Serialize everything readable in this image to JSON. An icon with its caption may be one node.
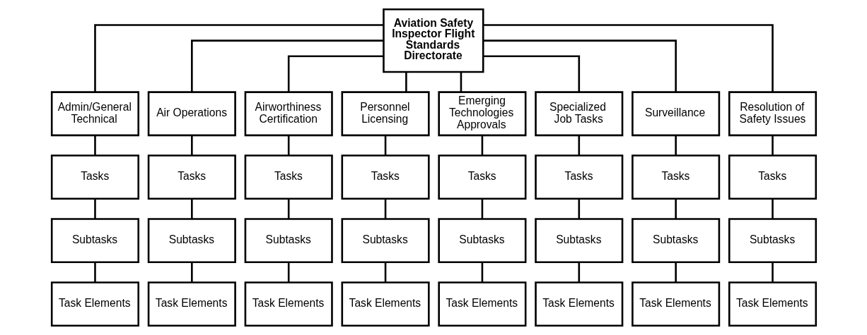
{
  "diagram": {
    "nodes": [
      {
        "text": [
          "Aviation Safety Inspector Flight Standards Directorate"
        ]
      },
      {
        "text": [
          "Admin/General Technical"
        ]
      },
      {
        "text": [
          "Air Operations"
        ]
      },
      {
        "text": [
          "Airworthiness Certification"
        ]
      },
      {
        "text": [
          "Personnel Licensing"
        ]
      },
      {
        "text": [
          "Emerging Technologies Approvals"
        ]
      },
      {
        "text": [
          "Specialized Job Tasks"
        ]
      },
      {
        "text": [
          "Surveillance"
        ]
      },
      {
        "text": [
          "Resolution of Safety Issues"
        ]
      },
      {
        "text": [
          "Tasks"
        ]
      },
      {
        "text": [
          "Tasks"
        ]
      },
      {
        "text": [
          "Tasks"
        ]
      },
      {
        "text": [
          "Tasks"
        ]
      },
      {
        "text": [
          "Tasks"
        ]
      },
      {
        "text": [
          "Tasks"
        ]
      },
      {
        "text": [
          "Tasks"
        ]
      },
      {
        "text": [
          "Tasks"
        ]
      },
      {
        "text": [
          "Subtasks"
        ]
      },
      {
        "text": [
          "Subtasks"
        ]
      },
      {
        "text": [
          "Subtasks"
        ]
      },
      {
        "text": [
          "Subtasks"
        ]
      },
      {
        "text": [
          "Subtasks"
        ]
      },
      {
        "text": [
          "Subtasks"
        ]
      },
      {
        "text": [
          "Subtasks"
        ]
      },
      {
        "text": [
          "Subtasks"
        ]
      },
      {
        "text": [
          "Task Elements"
        ]
      },
      {
        "text": [
          "Task Elements"
        ]
      },
      {
        "text": [
          "Task Elements"
        ]
      },
      {
        "text": [
          "Task Elements"
        ]
      },
      {
        "text": [
          "Task Elements"
        ]
      },
      {
        "text": [
          "Task Elements"
        ]
      },
      {
        "text": [
          "Task Elements"
        ]
      },
      {
        "text": [
          "Task Elements"
        ]
      }
    ],
    "edges": [
      {
        "from": 0,
        "to": 1,
        "arrow": "none"
      },
      {
        "from": 0,
        "to": 2,
        "arrow": "none"
      },
      {
        "from": 0,
        "to": 3,
        "arrow": "none"
      },
      {
        "from": 0,
        "to": 4,
        "arrow": "none"
      },
      {
        "from": 0,
        "to": 5,
        "arrow": "none"
      },
      {
        "from": 0,
        "to": 6,
        "arrow": "none"
      },
      {
        "from": 0,
        "to": 7,
        "arrow": "none"
      },
      {
        "from": 0,
        "to": 8,
        "arrow": "none"
      },
      {
        "from": 1,
        "to": 9,
        "arrow": "none"
      },
      {
        "from": 2,
        "to": 10,
        "arrow": "none"
      },
      {
        "from": 3,
        "to": 11,
        "arrow": "none"
      },
      {
        "from": 4,
        "to": 12,
        "arrow": "none"
      },
      {
        "from": 5,
        "to": 13,
        "arrow": "none"
      },
      {
        "from": 6,
        "to": 14,
        "arrow": "none"
      },
      {
        "from": 7,
        "to": 15,
        "arrow": "none"
      },
      {
        "from": 8,
        "to": 16,
        "arrow": "none"
      },
      {
        "from": 9,
        "to": 17,
        "arrow": "none"
      },
      {
        "from": 10,
        "to": 18,
        "arrow": "none"
      },
      {
        "from": 11,
        "to": 19,
        "arrow": "none"
      },
      {
        "from": 12,
        "to": 20,
        "arrow": "none"
      },
      {
        "from": 13,
        "to": 21,
        "arrow": "none"
      },
      {
        "from": 14,
        "to": 22,
        "arrow": "none"
      },
      {
        "from": 15,
        "to": 23,
        "arrow": "none"
      },
      {
        "from": 16,
        "to": 24,
        "arrow": "none"
      },
      {
        "from": 17,
        "to": 25,
        "arrow": "none"
      },
      {
        "from": 18,
        "to": 26,
        "arrow": "none"
      },
      {
        "from": 19,
        "to": 27,
        "arrow": "none"
      },
      {
        "from": 20,
        "to": 28,
        "arrow": "none"
      },
      {
        "from": 21,
        "to": 29,
        "arrow": "none"
      },
      {
        "from": 22,
        "to": 30,
        "arrow": "none"
      },
      {
        "from": 23,
        "to": 31,
        "arrow": "none"
      },
      {
        "from": 24,
        "to": 32,
        "arrow": "none"
      }
    ]
  }
}
